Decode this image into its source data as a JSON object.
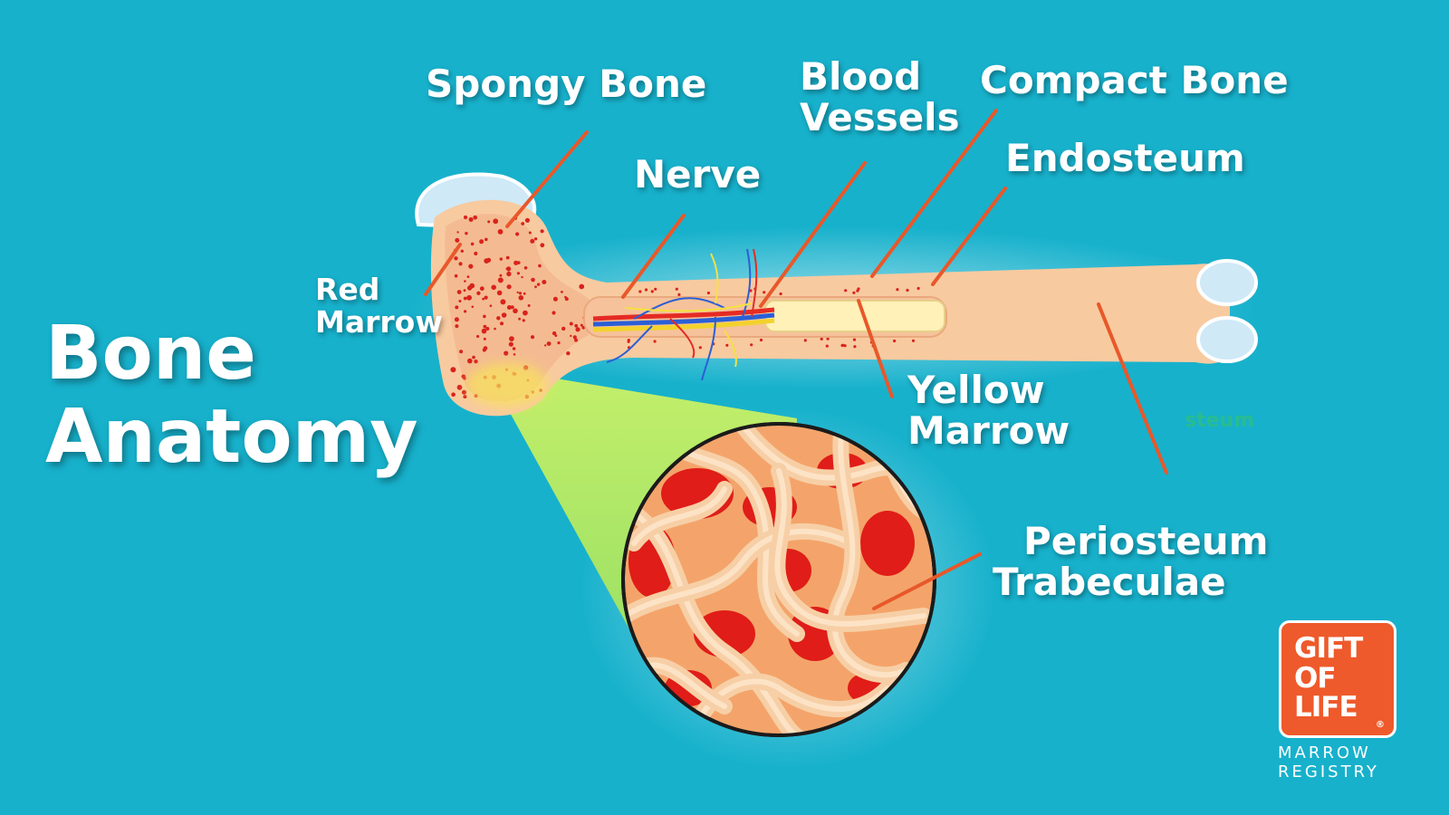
{
  "title": {
    "line1": "Bone",
    "line2": "Anatomy"
  },
  "labels": {
    "spongy_bone": "Spongy Bone",
    "red_marrow_1": "Red",
    "red_marrow_2": "Marrow",
    "nerve": "Nerve",
    "blood_vessels_1": "Blood",
    "blood_vessels_2": "Vessels",
    "compact_bone": "Compact Bone",
    "endosteum": "Endosteum",
    "yellow_marrow_1": "Yellow",
    "yellow_marrow_2": "Marrow",
    "periosteum": "Periosteum",
    "trabeculae": "Trabeculae",
    "ghost_text": "steum"
  },
  "logo": {
    "line1": "GIFT",
    "line2": "OF",
    "line3": "LIFE",
    "registered": "®",
    "sub1": "MARROW",
    "sub2": "REGISTRY"
  },
  "colors": {
    "background": "#17b1cc",
    "bone": "#f8caa0",
    "leader_line": "#e8582a",
    "red_marrow": "#d8231c",
    "yellow_marrow": "#fff1b8",
    "cartilage": "#cfe9f7",
    "magnifier_cone": "#a6e36e",
    "logo": "#ee5a2b"
  }
}
